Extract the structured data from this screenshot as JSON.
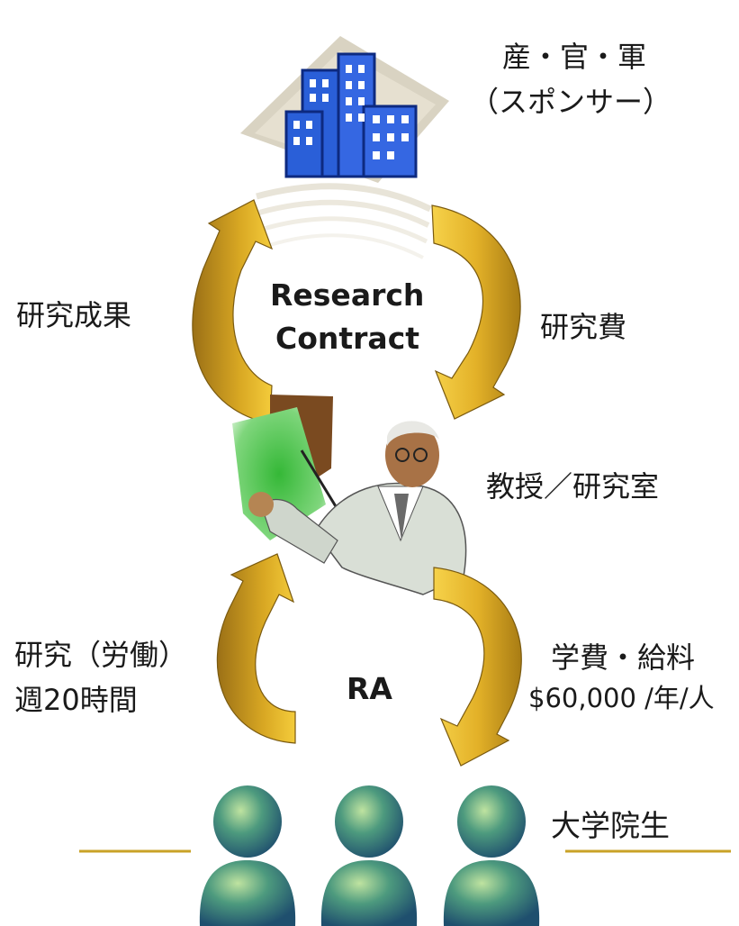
{
  "sponsor": {
    "line1": "産・官・軍",
    "line2": "（スポンサー）"
  },
  "top_loop": {
    "center_line1": "Research",
    "center_line2": "Contract",
    "left_label": "研究成果",
    "right_label": "研究費"
  },
  "professor": {
    "label": "教授／研究室"
  },
  "bottom_loop": {
    "center_label": "RA",
    "left_line1": "研究（労働）",
    "left_line2": "週20時間",
    "right_line1": "学費・給料",
    "right_line2": "$60,000 /年/人"
  },
  "students": {
    "label": "大学院生"
  },
  "colors": {
    "arrow_light": "#f2c42a",
    "arrow_dark": "#b8860b",
    "building_blue": "#2a5fd8",
    "board_green": "#3ec43e",
    "rule_gold": "#c9a227"
  }
}
